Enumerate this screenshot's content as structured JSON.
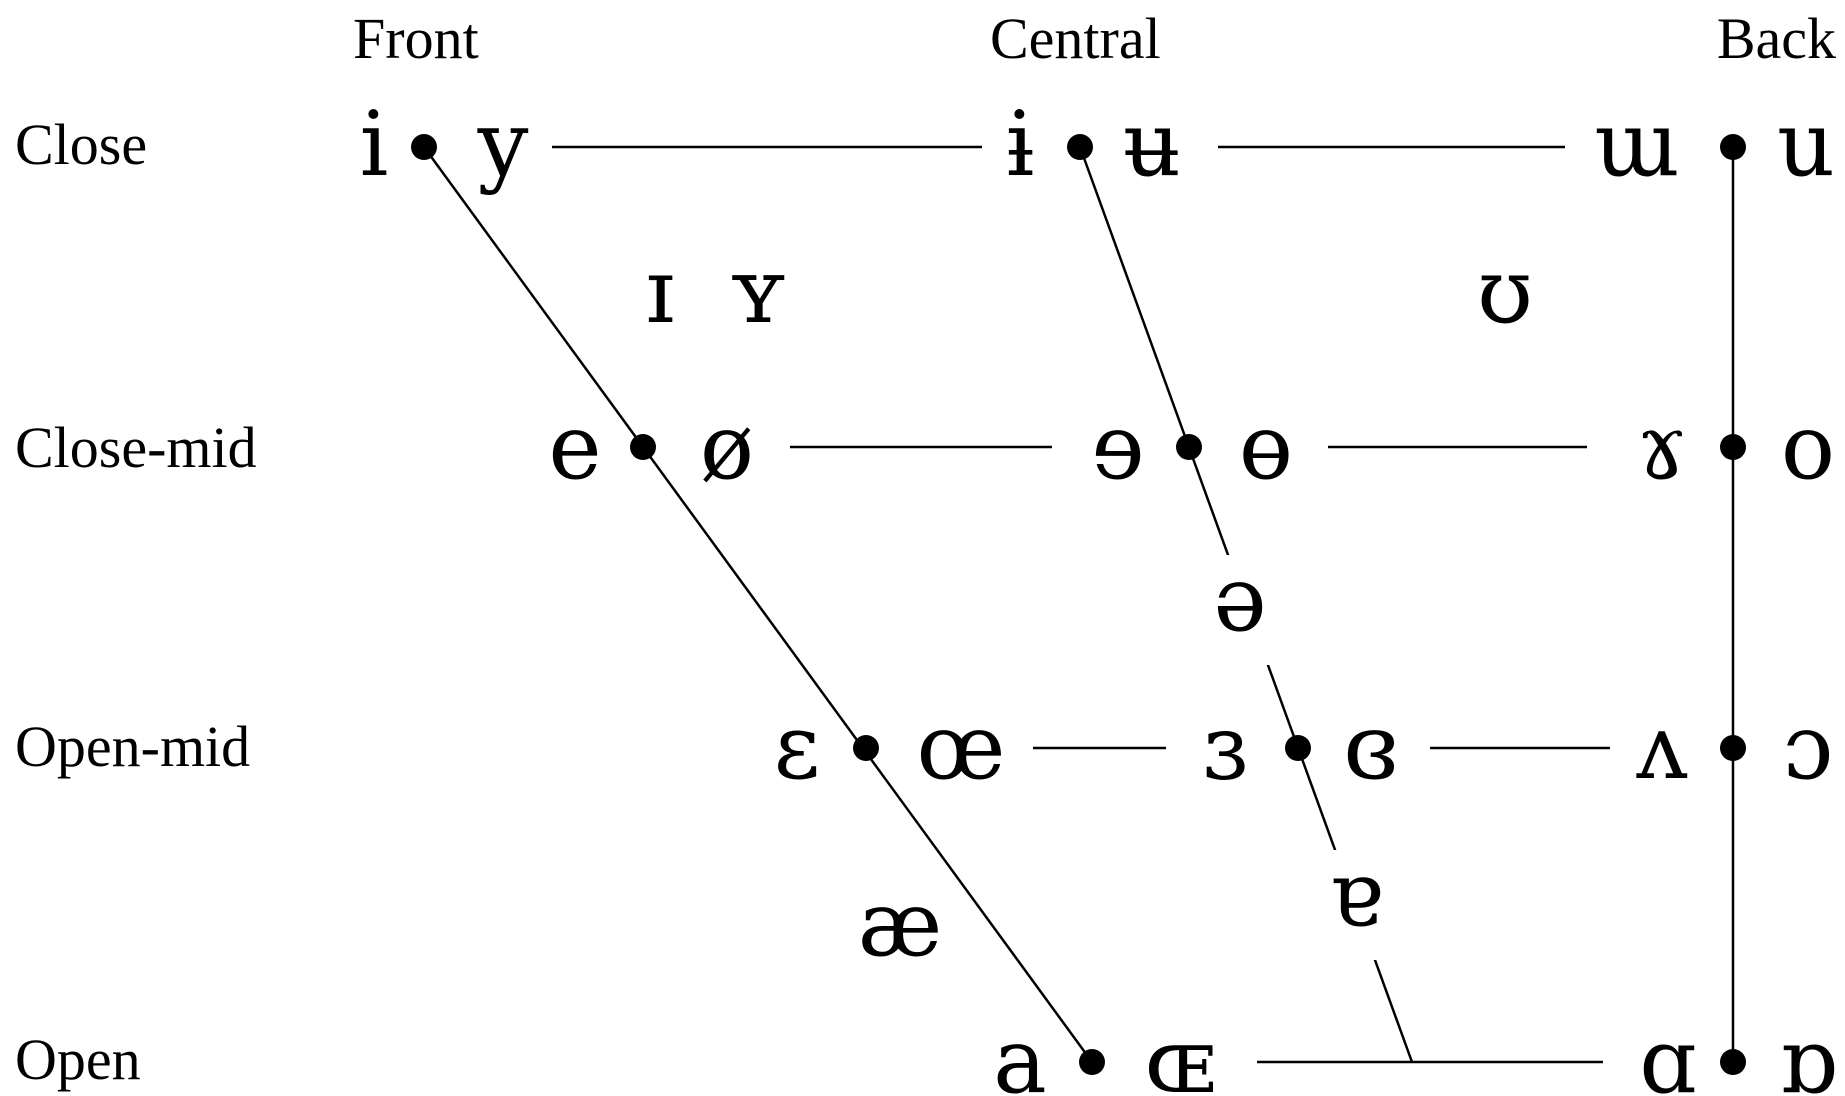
{
  "columns": {
    "front": "Front",
    "central": "Central",
    "back": "Back"
  },
  "rows": {
    "close": "Close",
    "close_mid": "Close-mid",
    "open_mid": "Open-mid",
    "open": "Open"
  },
  "vowels": {
    "close_front_unrounded": "i",
    "close_front_rounded": "y",
    "close_central_unrounded": "ɨ",
    "close_central_rounded": "ʉ",
    "close_back_unrounded": "ɯ",
    "close_back_rounded": "u",
    "near_close_front_unrounded": "ɪ",
    "near_close_front_rounded": "ʏ",
    "near_close_back_rounded": "ʊ",
    "close_mid_front_unrounded": "e",
    "close_mid_front_rounded": "ø",
    "close_mid_central_unrounded": "ɘ",
    "close_mid_central_rounded": "ɵ",
    "close_mid_back_unrounded": "ɤ",
    "close_mid_back_rounded": "o",
    "mid_central": "ə",
    "open_mid_front_unrounded": "ɛ",
    "open_mid_front_rounded": "œ",
    "open_mid_central_unrounded": "ɜ",
    "open_mid_central_rounded": "ɞ",
    "open_mid_back_unrounded": "ʌ",
    "open_mid_back_rounded": "ɔ",
    "near_open_front_unrounded": "æ",
    "near_open_central": "ɐ",
    "open_front_unrounded": "a",
    "open_front_rounded": "ɶ",
    "open_back_unrounded": "ɑ",
    "open_back_rounded": "ɒ"
  },
  "colors": {
    "ink": "#000000",
    "background": "#ffffff"
  }
}
